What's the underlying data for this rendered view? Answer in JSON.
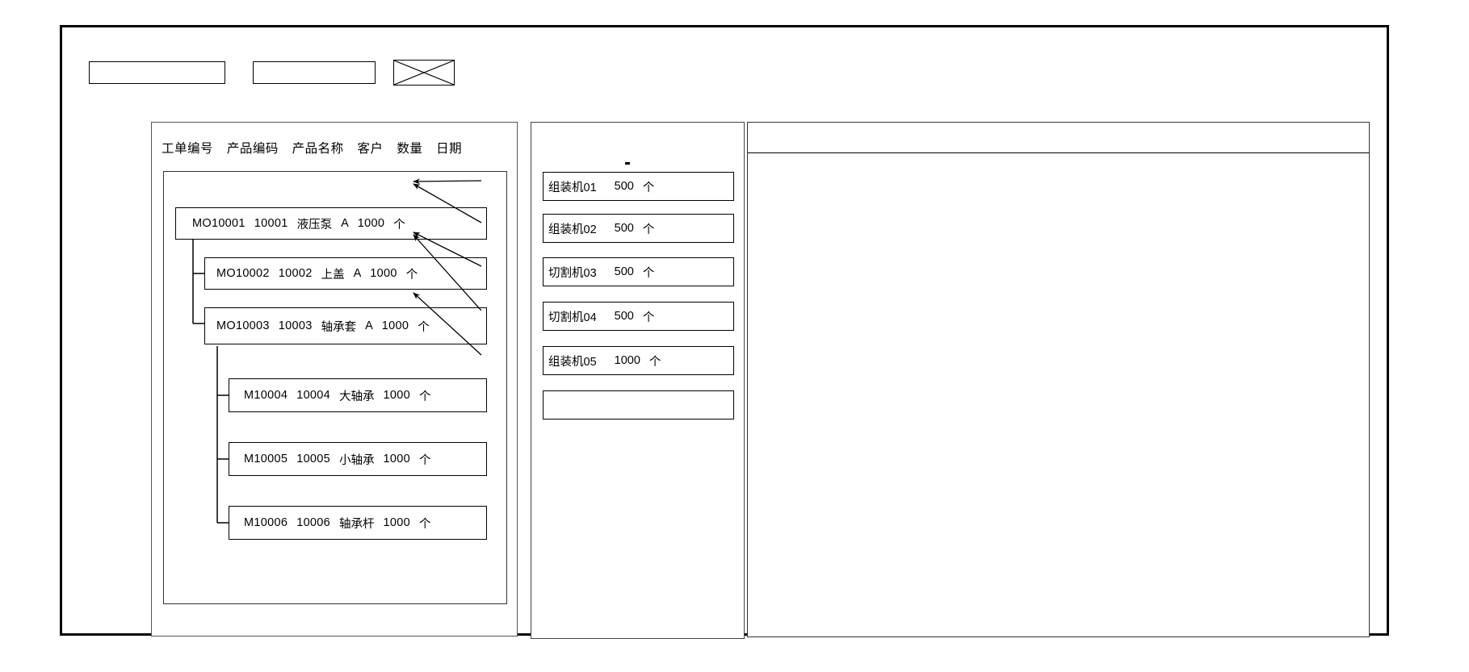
{
  "window": {
    "title": ""
  },
  "toolbar": {
    "field_1": "",
    "field_2": "",
    "image_placeholder_label": "crossed-box-image-icon"
  },
  "left_panel": {
    "columns": [
      "工单编号",
      "产品编码",
      "产品名称",
      "客户",
      "数量",
      "日期"
    ],
    "rows": [
      {
        "id": "row-1",
        "order_no": "MO10001",
        "product_code": "10001",
        "product_name": "液压泵",
        "customer": "A",
        "quantity": "1000",
        "unit": "个",
        "level": 0
      },
      {
        "id": "row-2",
        "order_no": "MO10002",
        "product_code": "10002",
        "product_name": "上盖",
        "customer": "A",
        "quantity": "1000",
        "unit": "个",
        "level": 1
      },
      {
        "id": "row-3",
        "order_no": "MO10003",
        "product_code": "10003",
        "product_name": "轴承套",
        "customer": "A",
        "quantity": "1000",
        "unit": "个",
        "level": 1
      },
      {
        "id": "row-4",
        "order_no": "M10004",
        "product_code": "10004",
        "product_name": "大轴承",
        "customer": "",
        "quantity": "1000",
        "unit": "个",
        "level": 2
      },
      {
        "id": "row-5",
        "order_no": "M10005",
        "product_code": "10005",
        "product_name": "小轴承",
        "customer": "",
        "quantity": "1000",
        "unit": "个",
        "level": 2
      },
      {
        "id": "row-6",
        "order_no": "M10006",
        "product_code": "10006",
        "product_name": "轴承杆",
        "customer": "",
        "quantity": "1000",
        "unit": "个",
        "level": 2
      }
    ]
  },
  "middle_panel": {
    "machines": [
      {
        "id": "machine-1",
        "name": "组装机01",
        "quantity": "500",
        "unit": "个"
      },
      {
        "id": "machine-2",
        "name": "组装机02",
        "quantity": "500",
        "unit": "个"
      },
      {
        "id": "machine-3",
        "name": "切割机03",
        "quantity": "500",
        "unit": "个"
      },
      {
        "id": "machine-4",
        "name": "切割机04",
        "quantity": "500",
        "unit": "个"
      },
      {
        "id": "machine-5",
        "name": "组装机05",
        "quantity": "1000",
        "unit": "个"
      },
      {
        "id": "machine-6",
        "name": "",
        "quantity": "",
        "unit": ""
      }
    ]
  },
  "right_panel": {
    "header_text": "",
    "body_text": ""
  },
  "colors": {
    "stroke": "#000000",
    "panel_stroke": "#333333",
    "background": "#ffffff"
  }
}
